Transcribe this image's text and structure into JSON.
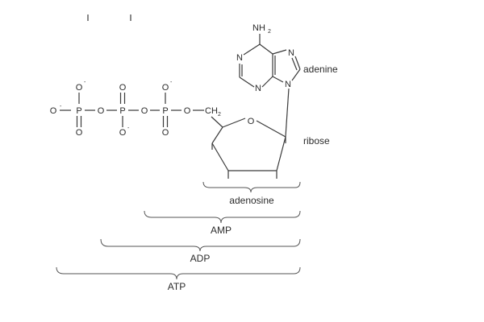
{
  "figure": {
    "atoms": {
      "phosphorus": "P",
      "oxygen": "O",
      "oxygen_anion": "O",
      "minus_sign": "-",
      "nitrogen": "N",
      "amino_group": "NH",
      "amino_subscript": "2",
      "methylene": "CH",
      "methylene_subscript": "2"
    },
    "labels": {
      "adenine": "adenine",
      "ribose": "ribose",
      "adenosine": "adenosine",
      "amp": "AMP",
      "adp": "ADP",
      "atp": "ATP"
    },
    "colors": {
      "ink": "#2b2b2b",
      "bond": "#3a3a3a",
      "brace": "#555555"
    }
  }
}
